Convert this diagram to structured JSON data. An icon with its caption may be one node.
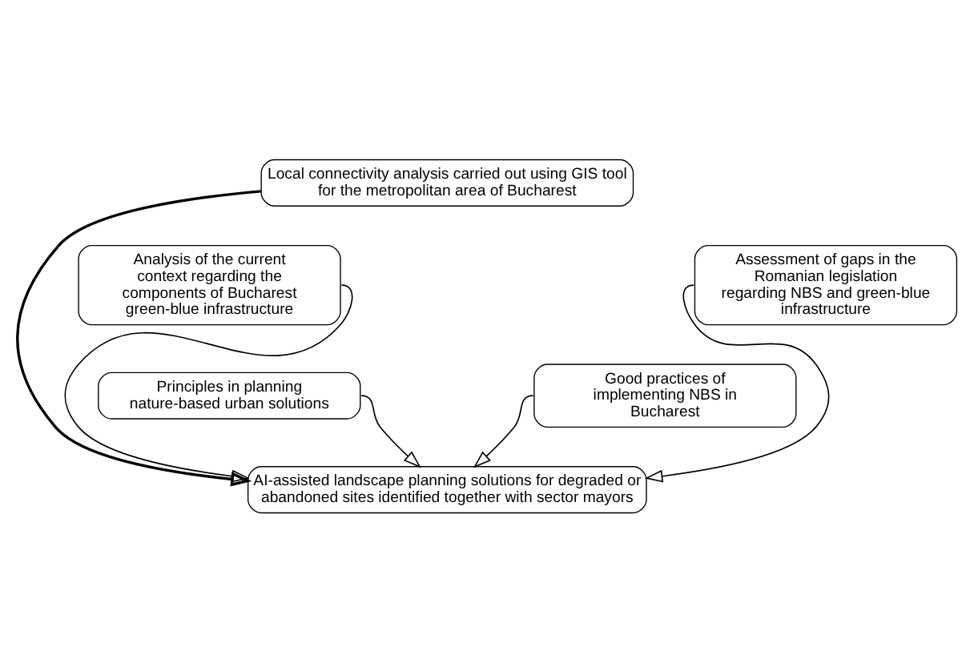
{
  "diagram": {
    "nodes": [
      {
        "text": [
          "Local connectivity analysis carried out using GIS tool for the metropolitan area of Bucharest"
        ]
      },
      {
        "text": [
          "Analysis of the current context regarding the components of Bucharest green-blue infrastructure"
        ]
      },
      {
        "text": [
          "Assessment of gaps in the Romanian legislation regarding NBS and green-blue infrastructure"
        ]
      },
      {
        "text": [
          "Principles in planning nature-based urban solutions"
        ]
      },
      {
        "text": [
          "Good practices of implementing NBS in Bucharest"
        ]
      },
      {
        "text": [
          "AI-assisted landscape planning solutions for degraded or abandoned sites identified together with sector mayors"
        ]
      }
    ],
    "edges": [
      {
        "from": 0,
        "to": 5,
        "arrow": "to"
      },
      {
        "from": 1,
        "to": 5,
        "arrow": "to"
      },
      {
        "from": 2,
        "to": 5,
        "arrow": "to"
      },
      {
        "from": 3,
        "to": 5,
        "arrow": "to"
      },
      {
        "from": 4,
        "to": 5,
        "arrow": "to"
      }
    ]
  }
}
